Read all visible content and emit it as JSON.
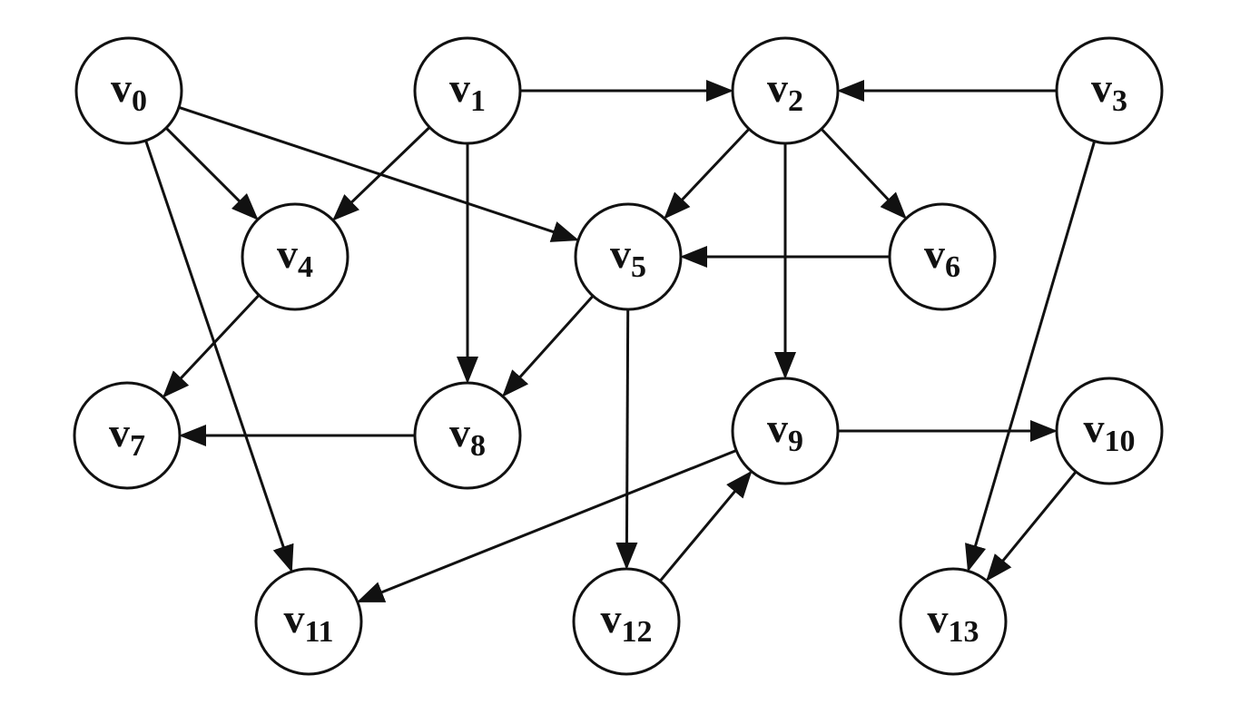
{
  "nodes": [
    {
      "id": "v0",
      "letter": "v",
      "sub": "0"
    },
    {
      "id": "v1",
      "letter": "v",
      "sub": "1"
    },
    {
      "id": "v2",
      "letter": "v",
      "sub": "2"
    },
    {
      "id": "v3",
      "letter": "v",
      "sub": "3"
    },
    {
      "id": "v4",
      "letter": "v",
      "sub": "4"
    },
    {
      "id": "v5",
      "letter": "v",
      "sub": "5"
    },
    {
      "id": "v6",
      "letter": "v",
      "sub": "6"
    },
    {
      "id": "v7",
      "letter": "v",
      "sub": "7"
    },
    {
      "id": "v8",
      "letter": "v",
      "sub": "8"
    },
    {
      "id": "v9",
      "letter": "v",
      "sub": "9"
    },
    {
      "id": "v10",
      "letter": "v",
      "sub": "10"
    },
    {
      "id": "v11",
      "letter": "v",
      "sub": "11"
    },
    {
      "id": "v12",
      "letter": "v",
      "sub": "12"
    },
    {
      "id": "v13",
      "letter": "v",
      "sub": "13"
    }
  ],
  "edges": [
    {
      "from": "v0",
      "to": "v4"
    },
    {
      "from": "v0",
      "to": "v5"
    },
    {
      "from": "v0",
      "to": "v11"
    },
    {
      "from": "v1",
      "to": "v2"
    },
    {
      "from": "v1",
      "to": "v4"
    },
    {
      "from": "v1",
      "to": "v8"
    },
    {
      "from": "v2",
      "to": "v5"
    },
    {
      "from": "v2",
      "to": "v6"
    },
    {
      "from": "v2",
      "to": "v9"
    },
    {
      "from": "v3",
      "to": "v2"
    },
    {
      "from": "v3",
      "to": "v13"
    },
    {
      "from": "v4",
      "to": "v7"
    },
    {
      "from": "v5",
      "to": "v8"
    },
    {
      "from": "v5",
      "to": "v12"
    },
    {
      "from": "v6",
      "to": "v5"
    },
    {
      "from": "v8",
      "to": "v7"
    },
    {
      "from": "v9",
      "to": "v10"
    },
    {
      "from": "v9",
      "to": "v11"
    },
    {
      "from": "v10",
      "to": "v13"
    },
    {
      "from": "v12",
      "to": "v9"
    }
  ],
  "colors": {
    "stroke": "#111111",
    "fill": "#ffffff",
    "background": "#ffffff"
  }
}
